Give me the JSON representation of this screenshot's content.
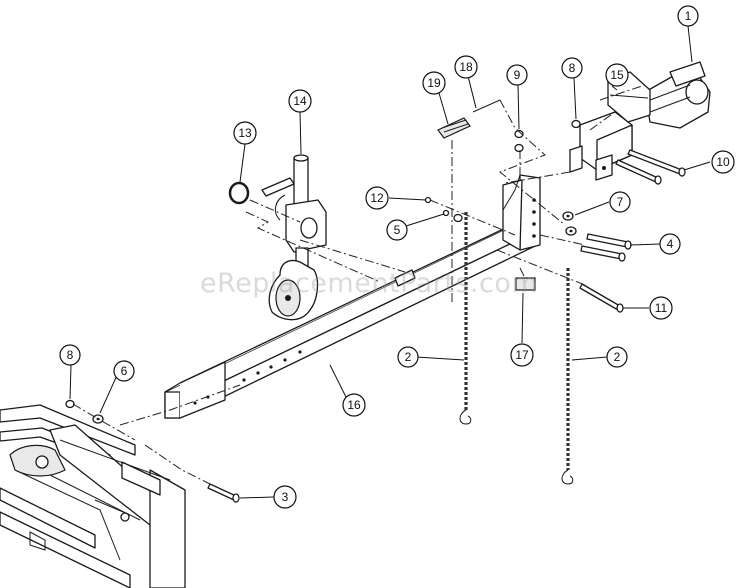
{
  "watermark": "eReplacementParts.com",
  "callouts": [
    {
      "id": "c1",
      "label": "1"
    },
    {
      "id": "c2a",
      "label": "2"
    },
    {
      "id": "c2b",
      "label": "2"
    },
    {
      "id": "c3",
      "label": "3"
    },
    {
      "id": "c4",
      "label": "4"
    },
    {
      "id": "c5",
      "label": "5"
    },
    {
      "id": "c6",
      "label": "6"
    },
    {
      "id": "c7",
      "label": "7"
    },
    {
      "id": "c8a",
      "label": "8"
    },
    {
      "id": "c8b",
      "label": "8"
    },
    {
      "id": "c9",
      "label": "9"
    },
    {
      "id": "c10",
      "label": "10"
    },
    {
      "id": "c11",
      "label": "11"
    },
    {
      "id": "c12",
      "label": "12"
    },
    {
      "id": "c13",
      "label": "13"
    },
    {
      "id": "c14",
      "label": "14"
    },
    {
      "id": "c15",
      "label": "15"
    },
    {
      "id": "c16",
      "label": "16"
    },
    {
      "id": "c17",
      "label": "17"
    },
    {
      "id": "c18",
      "label": "18"
    },
    {
      "id": "c19",
      "label": "19"
    }
  ]
}
